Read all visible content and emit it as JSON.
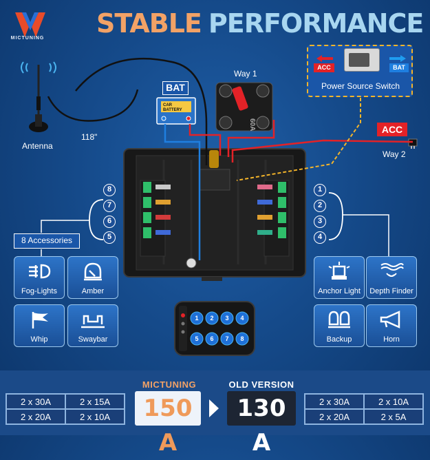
{
  "header": {
    "brand": "MICTUNING",
    "title_part1": "STABLE",
    "title_part2": "PERFORMANCE"
  },
  "labels": {
    "antenna": "Antenna",
    "cable_length": "118\"",
    "battery_tag": "BAT",
    "battery_text_line1": "CAR",
    "battery_text_line2": "BATTERY",
    "breaker_rating": "60A",
    "way1": "Way 1",
    "way2": "Way 2",
    "acc_tag": "ACC",
    "accessories_count": "8 Accessories"
  },
  "power_source_switch": {
    "label": "Power Source Switch",
    "left_option": "ACC",
    "right_option": "BAT"
  },
  "channels_left": [
    "8",
    "7",
    "6",
    "5"
  ],
  "channels_right": [
    "1",
    "2",
    "3",
    "4"
  ],
  "accessories_left": [
    {
      "label": "Fog-Lights",
      "icon": "fog-light-icon"
    },
    {
      "label": "Amber",
      "icon": "amber-light-icon"
    },
    {
      "label": "Whip",
      "icon": "whip-flag-icon"
    },
    {
      "label": "Swaybar",
      "icon": "swaybar-icon"
    }
  ],
  "accessories_right": [
    {
      "label": "Anchor Light",
      "icon": "anchor-light-icon"
    },
    {
      "label": "Depth Finder",
      "icon": "depth-finder-icon"
    },
    {
      "label": "Backup",
      "icon": "backup-light-icon"
    },
    {
      "label": "Horn",
      "icon": "horn-icon"
    }
  ],
  "controller_buttons": [
    "1",
    "2",
    "3",
    "4",
    "5",
    "6",
    "7",
    "8"
  ],
  "comparison": {
    "new_brand": "MICTUNING",
    "new_value": "150 A",
    "old_label": "OLD VERSION",
    "old_value": "130 A",
    "new_fuses": [
      "2 x 30A",
      "2 x 15A",
      "2 x 20A",
      "2 x 10A"
    ],
    "old_fuses": [
      "2 x 30A",
      "2 x 10A",
      "2 x 20A",
      "2 x 5A"
    ]
  },
  "colors": {
    "accent_orange": "#f2a266",
    "accent_light_blue": "#a8d6f0",
    "acc_red": "#e32227",
    "bat_blue": "#1f7fe0",
    "switch_border": "#f5b52a"
  }
}
